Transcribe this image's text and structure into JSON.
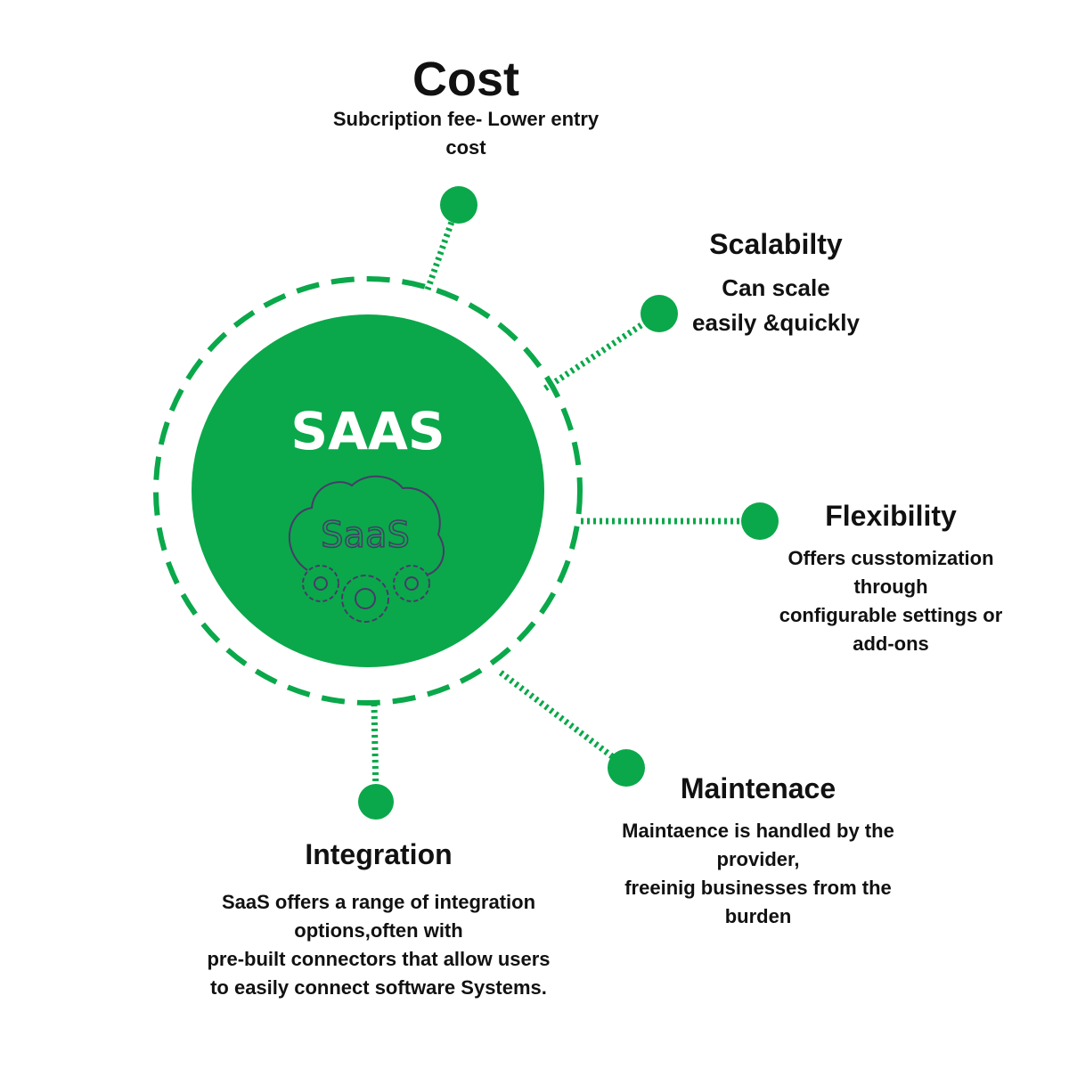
{
  "center": {
    "title": "SAAS",
    "icon_label": "SaaS",
    "icon": "cloud-gears-icon"
  },
  "colors": {
    "green": "#0aa84a",
    "text": "#111111",
    "icon_stroke": "#4a3a6a"
  },
  "nodes": [
    {
      "title": "Cost",
      "lines": [
        "Subcription fee- Lower entry",
        "cost"
      ]
    },
    {
      "title": "Scalabilty",
      "lines": [
        "Can scale",
        "easily &quickly"
      ]
    },
    {
      "title": "Flexibility",
      "lines": [
        "Offers cusstomization",
        "through",
        "configurable settings or",
        "add-ons"
      ]
    },
    {
      "title": "Maintenace",
      "lines": [
        "Maintaence is handled by the",
        "provider,",
        "freeinig businesses from the",
        "burden"
      ]
    },
    {
      "title": "Integration",
      "lines": [
        "SaaS offers a range of integration",
        "options,often with",
        "pre-built connectors that allow users",
        "to easily connect software Systems."
      ]
    }
  ]
}
